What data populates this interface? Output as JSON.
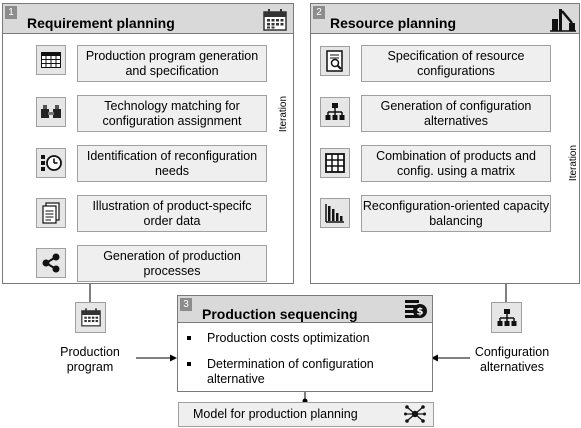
{
  "requirement": {
    "number": "1",
    "title": "Requirement planning",
    "steps": [
      "Production program generation and specification",
      "Technology matching for configuration assignment",
      "Identification of reconfiguration needs",
      "Illustration of product-specifc order data",
      "Generation of production processes"
    ],
    "iteration": "Iteration"
  },
  "resource": {
    "number": "2",
    "title": "Resource planning",
    "steps": [
      "Specification of resource configurations",
      "Generation of configuration alternatives",
      "Combination of products and config. using a matrix",
      "Reconfiguration-oriented capacity balancing"
    ],
    "iteration": "Iteration"
  },
  "sequencing": {
    "number": "3",
    "title": "Production sequencing",
    "bullets": [
      "Production costs optimization",
      "Determination of configuration alternative"
    ]
  },
  "inputs": {
    "left": "Production program",
    "right": "Configuration alternatives"
  },
  "output": {
    "label": "Model for production planning"
  }
}
